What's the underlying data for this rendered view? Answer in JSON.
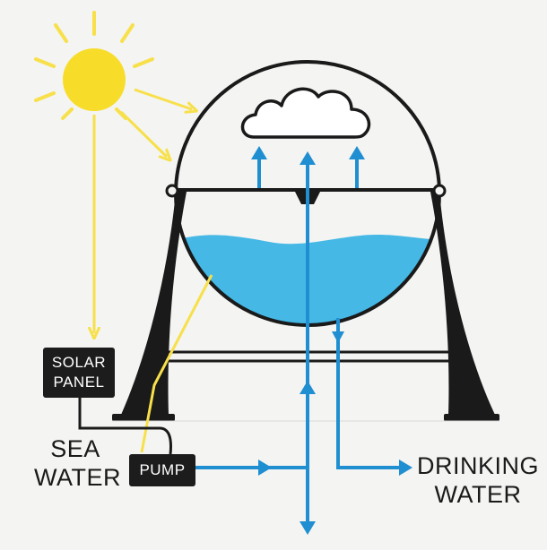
{
  "labels": {
    "solar_panel": [
      "SOLAR",
      "PANEL"
    ],
    "pump": "PUMP",
    "sea_water": [
      "SEA",
      "WATER"
    ],
    "drinking_water": [
      "DRINKING",
      "WATER"
    ]
  },
  "colors": {
    "background": "#f4f4f2",
    "sun": "#f7dd2a",
    "sun_ray": "#f7e04a",
    "water": "#45b8e6",
    "arrow_blue": "#1f8fd1",
    "structure": "#1a1a1a",
    "cloud_fill": "#ffffff"
  },
  "icons": [
    "sun-icon",
    "cloud-icon"
  ]
}
